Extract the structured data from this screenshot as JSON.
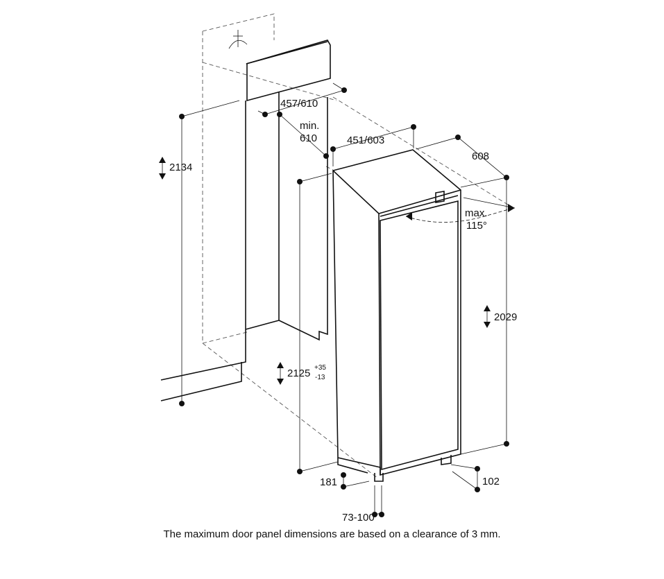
{
  "dimensions": {
    "niche_height": "2134",
    "door_width": "457/610",
    "niche_depth_min": "min.",
    "niche_depth_value": "610",
    "appliance_width": "451/603",
    "appliance_depth": "608",
    "door_angle_max": "max.",
    "door_angle_value": "115°",
    "appliance_height": "2029",
    "installed_height": "2125",
    "installed_height_tol_plus": "+35",
    "installed_height_tol_minus": "-13",
    "plinth_depth": "181",
    "foot_height": "102",
    "plinth_height": "73-100"
  },
  "caption": "The maximum door panel dimensions are based on a clearance of 3 mm."
}
